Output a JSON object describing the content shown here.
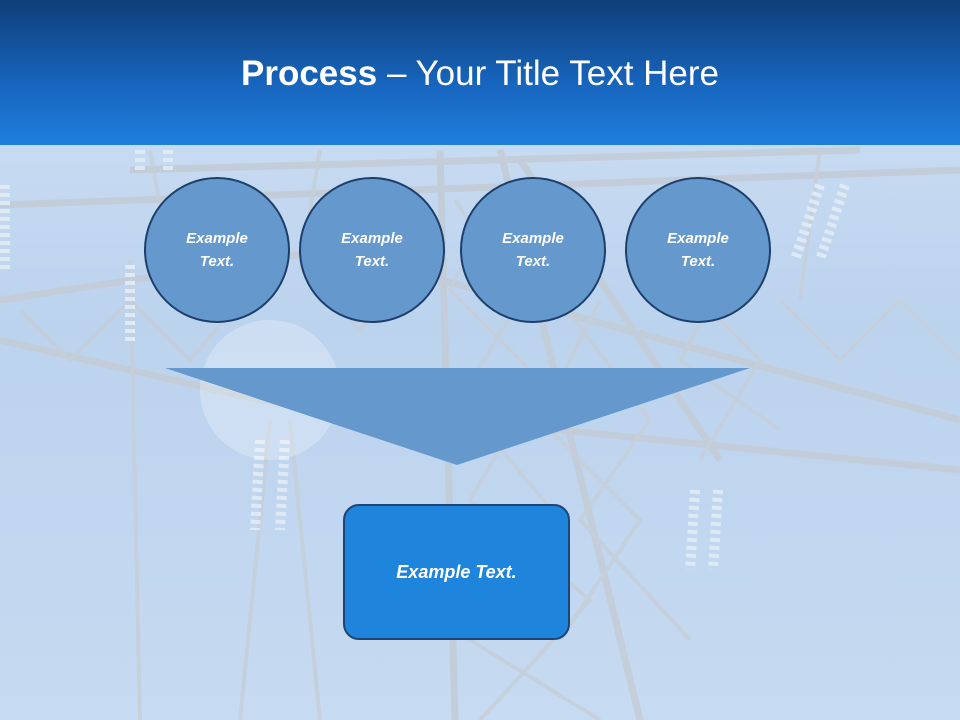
{
  "title": {
    "bold": "Process",
    "rest": " – Your Title Text Here"
  },
  "circles": [
    {
      "text": "Example Text."
    },
    {
      "text": "Example Text."
    },
    {
      "text": "Example Text."
    },
    {
      "text": "Example Text."
    }
  ],
  "result": {
    "text": "Example Text."
  },
  "colors": {
    "header_top": "#0f3f78",
    "header_bottom": "#1f7fdb",
    "circle_fill": "#6598cd",
    "circle_border": "#1d3f6b",
    "funnel_fill": "#6598cd",
    "box_fill": "#1f84dc",
    "box_border": "#1d4677"
  }
}
